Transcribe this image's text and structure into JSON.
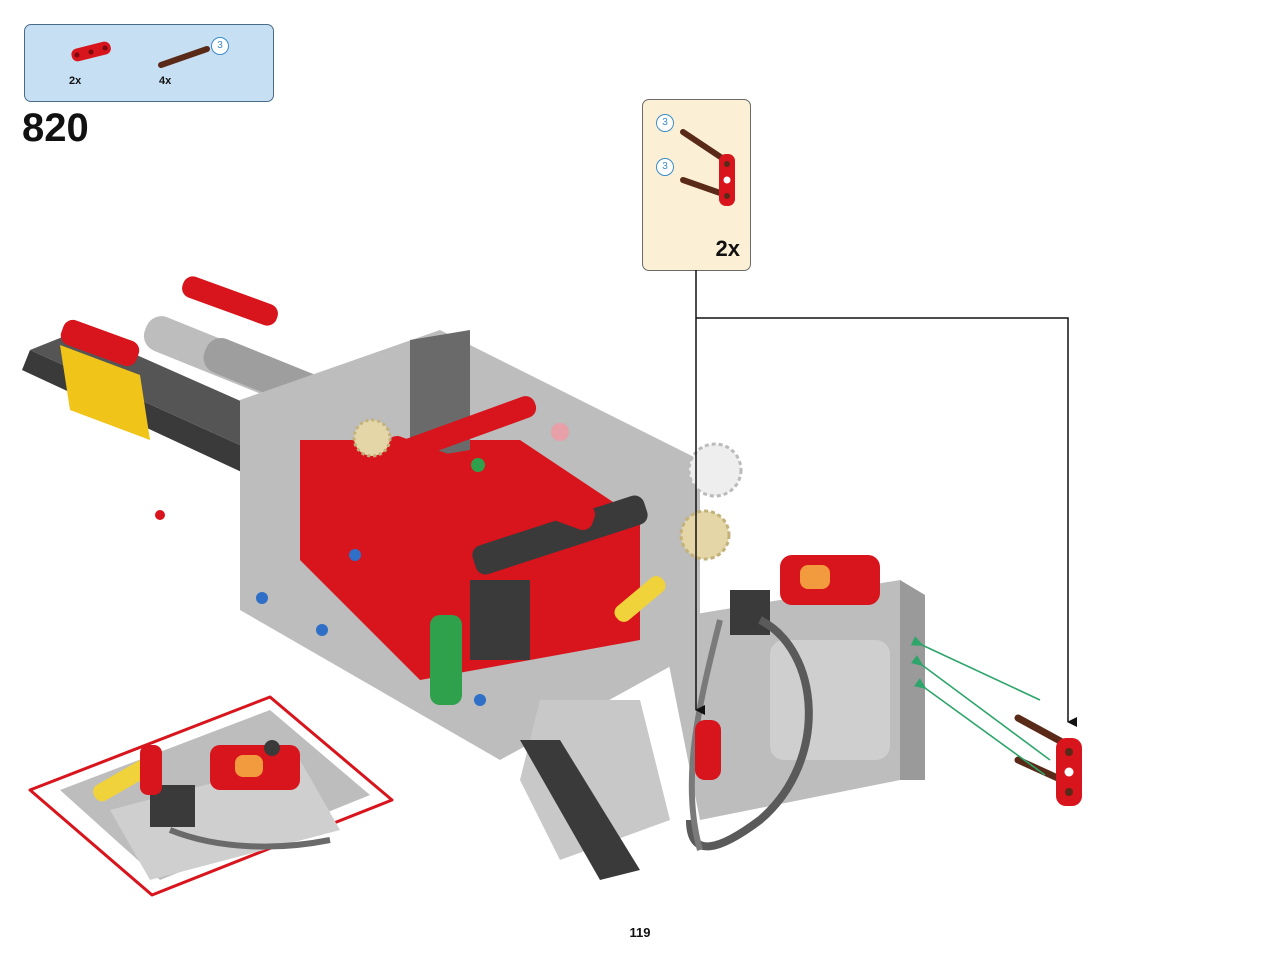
{
  "step": {
    "number": "820"
  },
  "parts_list": {
    "items": [
      {
        "name": "red-liftarm-part",
        "quantity": "2x"
      },
      {
        "name": "brown-axle-part",
        "quantity": "4x",
        "length": "3"
      }
    ]
  },
  "sub_assembly": {
    "multiplier": "2x",
    "axle_lengths": [
      "3",
      "3"
    ]
  },
  "colors": {
    "parts_bg": "#c7dff3",
    "sub_bg": "#fbefd5",
    "red": "#d8141c",
    "brown": "#5a2a18",
    "green_arrow": "#2ea56b",
    "gray": "#bdbdbd",
    "dark": "#3a3a3a"
  },
  "page": {
    "number": "119"
  }
}
